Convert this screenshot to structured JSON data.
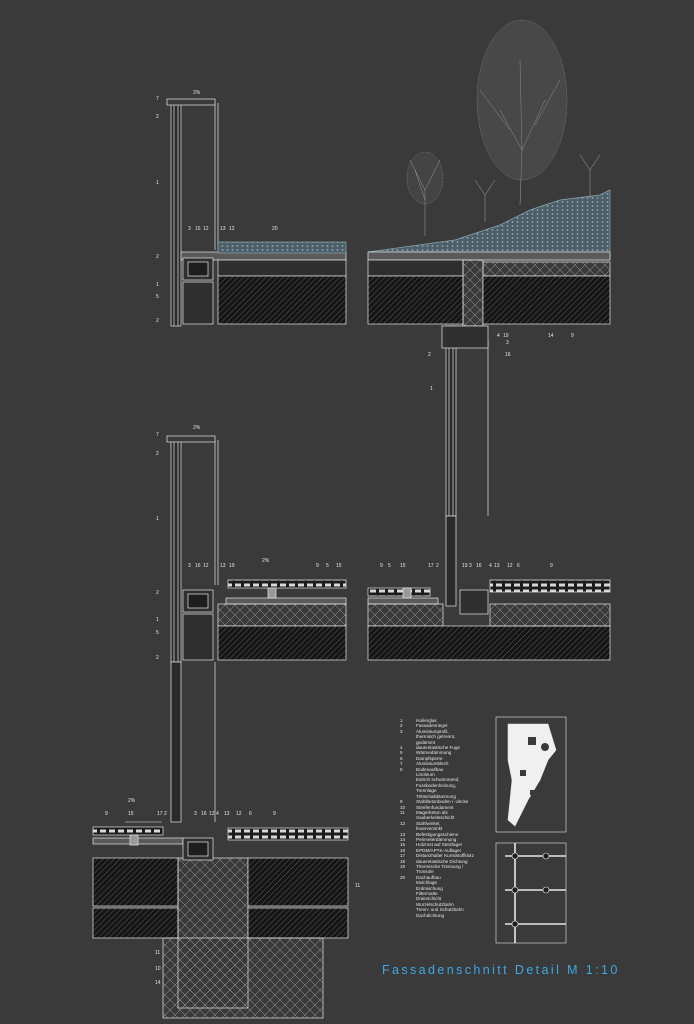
{
  "title": "Fassadenschnitt Detail M 1:10",
  "slope_label": "2%",
  "detail_top": {
    "left_labels": [
      "7",
      "2",
      "1",
      "2",
      "1",
      "5",
      "2"
    ],
    "numbers_a": [
      "3",
      "16",
      "12",
      "13",
      "12",
      "20"
    ],
    "right_numbers": [
      "4",
      "19",
      "3",
      "2",
      "16",
      "1",
      "14",
      "9"
    ]
  },
  "detail_mid": {
    "left_labels": [
      "7",
      "2",
      "1",
      "2",
      "1",
      "5",
      "2"
    ],
    "numbers_a": [
      "3",
      "16",
      "12",
      "13",
      "19",
      "9",
      "5",
      "15"
    ],
    "numbers_b": [
      "9",
      "5",
      "15",
      "17",
      "2",
      "19",
      "3",
      "16",
      "4",
      "13",
      "12",
      "6",
      "9"
    ]
  },
  "detail_bottom": {
    "numbers": [
      "9",
      "15",
      "17",
      "2",
      "3",
      "16",
      "12",
      "4",
      "13",
      "12",
      "6",
      "9"
    ],
    "right_labels": [
      "11",
      "11",
      "10",
      "14"
    ]
  },
  "legend": [
    {
      "num": "1",
      "text": "Isolierglas"
    },
    {
      "num": "2",
      "text": "Fassadenriegel"
    },
    {
      "num": "3",
      "text": "Aluminiumprofil,\nthermisch getrennt,\ngedämmt"
    },
    {
      "num": "4",
      "text": "dauerelastische Fuge"
    },
    {
      "num": "5",
      "text": "Wärmedämmung"
    },
    {
      "num": "6",
      "text": "Dampfsperre"
    },
    {
      "num": "7",
      "text": "Aluminiumblech"
    },
    {
      "num": "8",
      "text": "Bodenaufbau\nLinoleum\nEstrich schwimmend,\nFussbodenheizung,\nTrennlage\nTrittschalldämmung"
    },
    {
      "num": "9",
      "text": "Stahlbetonboden / -decke"
    },
    {
      "num": "10",
      "text": "Streifenfundament"
    },
    {
      "num": "11",
      "text": "Magerbeton als\nSauberkeitsschicht"
    },
    {
      "num": "12",
      "text": "Stahlwinkel,\nfeuerverzinkt"
    },
    {
      "num": "13",
      "text": "Befestigungsschiene"
    },
    {
      "num": "14",
      "text": "Perimeterdämmung"
    },
    {
      "num": "15",
      "text": "Holzrost auf Stelzlager"
    },
    {
      "num": "16",
      "text": "EPDM/APTK-Auflager"
    },
    {
      "num": "17",
      "text": "Distanzhalter Kunststoffklotz"
    },
    {
      "num": "18",
      "text": "dauerelastische Dichtung"
    },
    {
      "num": "19",
      "text": "Thermische Trennung /\nTronsole"
    },
    {
      "num": "20",
      "text": "Dachaufbau\nMulchlage\nErdmischung\nFiltermatte\nDrainschicht\nWurzelschutzbahn\nTrenn- und Schutzbahn\nDachdichtung"
    }
  ],
  "colors": {
    "background": "#3a3a3a",
    "lines": "#e6e6e6",
    "title": "#3ea8e0",
    "roof": "#4d5e6b"
  }
}
